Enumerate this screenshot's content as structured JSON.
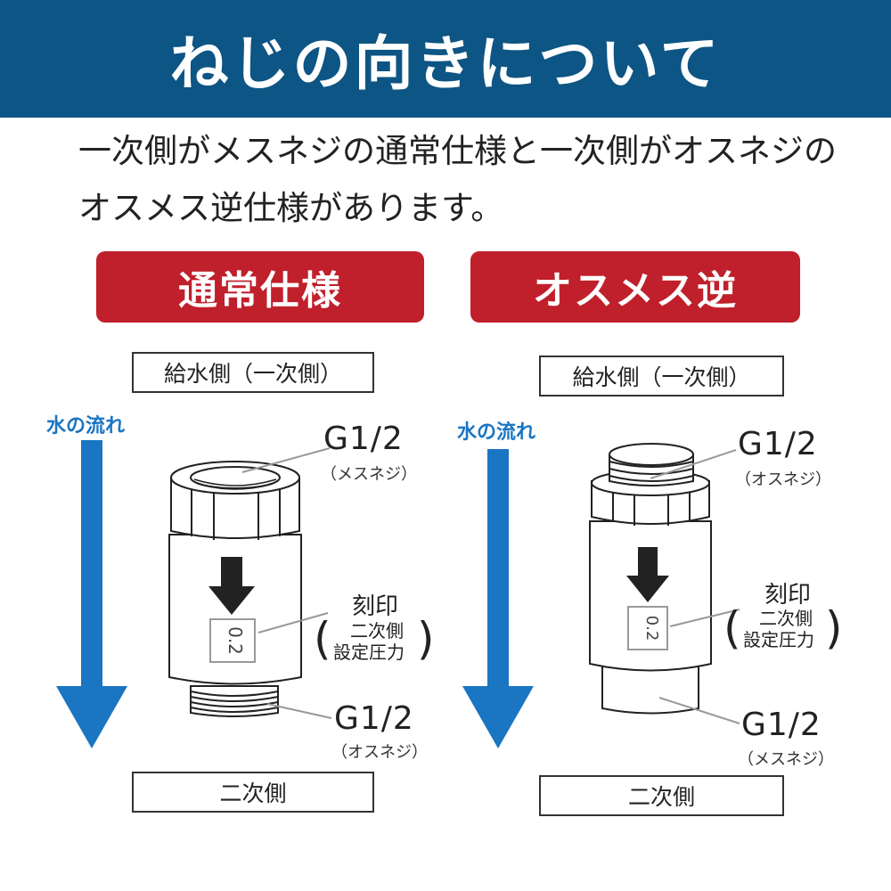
{
  "header": {
    "title": "ねじの向きについて"
  },
  "intro": {
    "line1": "一次側がメスネジの通常仕様と一次側がオスネジの",
    "line2": "オスメス逆仕様があります。"
  },
  "left": {
    "heading": "通常仕様",
    "top_box": "給水側（一次側）",
    "flow_label": "水の流れ",
    "top_thread": {
      "size": "G1/2",
      "type": "（メスネジ）"
    },
    "stamp": {
      "title": "刻印",
      "line1": "二次側",
      "line2": "設定圧力",
      "value": "0.2"
    },
    "bottom_thread": {
      "size": "G1/2",
      "type": "（オスネジ）"
    },
    "bottom_box": "二次側"
  },
  "right": {
    "heading": "オスメス逆",
    "top_box": "給水側（一次側）",
    "flow_label": "水の流れ",
    "top_thread": {
      "size": "G1/2",
      "type": "（オスネジ）"
    },
    "stamp": {
      "title": "刻印",
      "line1": "二次側",
      "line2": "設定圧力",
      "value": "0.2"
    },
    "bottom_thread": {
      "size": "G1/2",
      "type": "（メスネジ）"
    },
    "bottom_box": "二次側"
  },
  "colors": {
    "banner": "#0d5584",
    "pill": "#c0202b",
    "flow": "#1a75c2"
  }
}
